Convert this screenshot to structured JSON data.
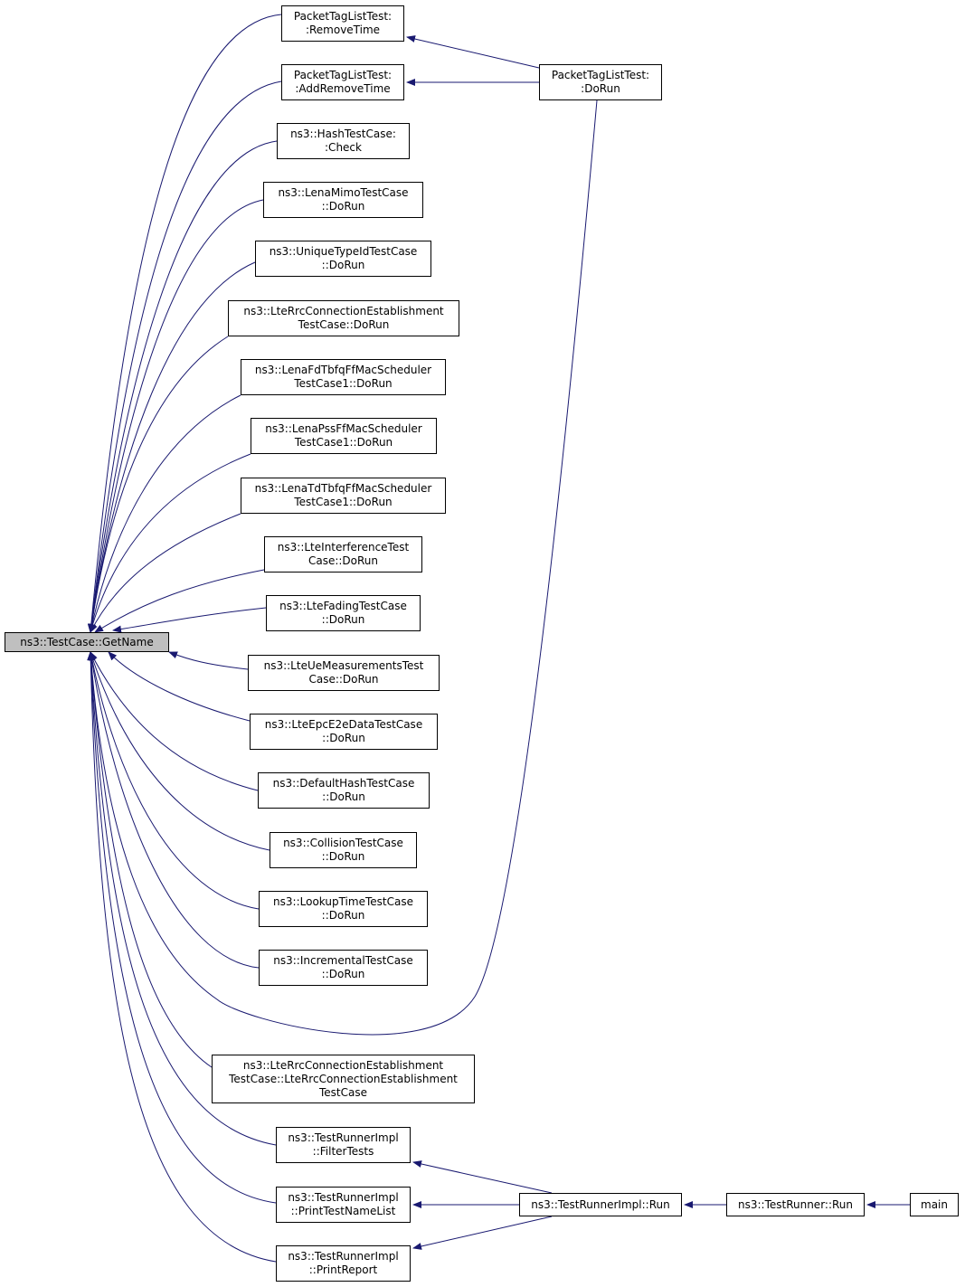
{
  "colors": {
    "edge": "#191970",
    "focus_fill": "#bfbfbf",
    "node_border": "#000000"
  },
  "nodes": {
    "getname": {
      "lines": [
        "ns3::TestCase::GetName"
      ]
    },
    "ptl_removetime": {
      "lines": [
        "PacketTagListTest:",
        ":RemoveTime"
      ]
    },
    "ptl_addremovetime": {
      "lines": [
        "PacketTagListTest:",
        ":AddRemoveTime"
      ]
    },
    "ptl_dorun": {
      "lines": [
        "PacketTagListTest:",
        ":DoRun"
      ]
    },
    "hash_check": {
      "lines": [
        "ns3::HashTestCase:",
        ":Check"
      ]
    },
    "lenamimo": {
      "lines": [
        "ns3::LenaMimoTestCase",
        "::DoRun"
      ]
    },
    "uniquetypeid": {
      "lines": [
        "ns3::UniqueTypeIdTestCase",
        "::DoRun"
      ]
    },
    "lterrc_dorun": {
      "lines": [
        "ns3::LteRrcConnectionEstablishment",
        "TestCase::DoRun"
      ]
    },
    "lenafd": {
      "lines": [
        "ns3::LenaFdTbfqFfMacScheduler",
        "TestCase1::DoRun"
      ]
    },
    "lenapss": {
      "lines": [
        "ns3::LenaPssFfMacScheduler",
        "TestCase1::DoRun"
      ]
    },
    "lenatd": {
      "lines": [
        "ns3::LenaTdTbfqFfMacScheduler",
        "TestCase1::DoRun"
      ]
    },
    "lteinterference": {
      "lines": [
        "ns3::LteInterferenceTest",
        "Case::DoRun"
      ]
    },
    "ltefading": {
      "lines": [
        "ns3::LteFadingTestCase",
        "::DoRun"
      ]
    },
    "lteue": {
      "lines": [
        "ns3::LteUeMeasurementsTest",
        "Case::DoRun"
      ]
    },
    "lteepc": {
      "lines": [
        "ns3::LteEpcE2eDataTestCase",
        "::DoRun"
      ]
    },
    "defaulthash": {
      "lines": [
        "ns3::DefaultHashTestCase",
        "::DoRun"
      ]
    },
    "collision": {
      "lines": [
        "ns3::CollisionTestCase",
        "::DoRun"
      ]
    },
    "lookuptime": {
      "lines": [
        "ns3::LookupTimeTestCase",
        "::DoRun"
      ]
    },
    "incremental": {
      "lines": [
        "ns3::IncrementalTestCase",
        "::DoRun"
      ]
    },
    "lterrc_ctor": {
      "lines": [
        "ns3::LteRrcConnectionEstablishment",
        "TestCase::LteRrcConnectionEstablishment",
        "TestCase"
      ]
    },
    "filtertests": {
      "lines": [
        "ns3::TestRunnerImpl",
        "::FilterTests"
      ]
    },
    "printtestnamelist": {
      "lines": [
        "ns3::TestRunnerImpl",
        "::PrintTestNameList"
      ]
    },
    "printreport": {
      "lines": [
        "ns3::TestRunnerImpl",
        "::PrintReport"
      ]
    },
    "runnerimpl_run": {
      "lines": [
        "ns3::TestRunnerImpl::Run"
      ]
    },
    "runner_run": {
      "lines": [
        "ns3::TestRunner::Run"
      ]
    },
    "main": {
      "lines": [
        "main"
      ]
    }
  },
  "edges": [
    [
      "ptl_removetime",
      "getname"
    ],
    [
      "ptl_addremovetime",
      "getname"
    ],
    [
      "hash_check",
      "getname"
    ],
    [
      "lenamimo",
      "getname"
    ],
    [
      "uniquetypeid",
      "getname"
    ],
    [
      "lterrc_dorun",
      "getname"
    ],
    [
      "lenafd",
      "getname"
    ],
    [
      "lenapss",
      "getname"
    ],
    [
      "lenatd",
      "getname"
    ],
    [
      "lteinterference",
      "getname"
    ],
    [
      "ltefading",
      "getname"
    ],
    [
      "lteue",
      "getname"
    ],
    [
      "lteepc",
      "getname"
    ],
    [
      "defaulthash",
      "getname"
    ],
    [
      "collision",
      "getname"
    ],
    [
      "lookuptime",
      "getname"
    ],
    [
      "incremental",
      "getname"
    ],
    [
      "ptl_dorun",
      "getname"
    ],
    [
      "lterrc_ctor",
      "getname"
    ],
    [
      "filtertests",
      "getname"
    ],
    [
      "printtestnamelist",
      "getname"
    ],
    [
      "printreport",
      "getname"
    ],
    [
      "ptl_dorun",
      "ptl_removetime"
    ],
    [
      "ptl_dorun",
      "ptl_addremovetime"
    ],
    [
      "runnerimpl_run",
      "filtertests"
    ],
    [
      "runnerimpl_run",
      "printtestnamelist"
    ],
    [
      "runnerimpl_run",
      "printreport"
    ],
    [
      "runner_run",
      "runnerimpl_run"
    ],
    [
      "main",
      "runner_run"
    ]
  ]
}
